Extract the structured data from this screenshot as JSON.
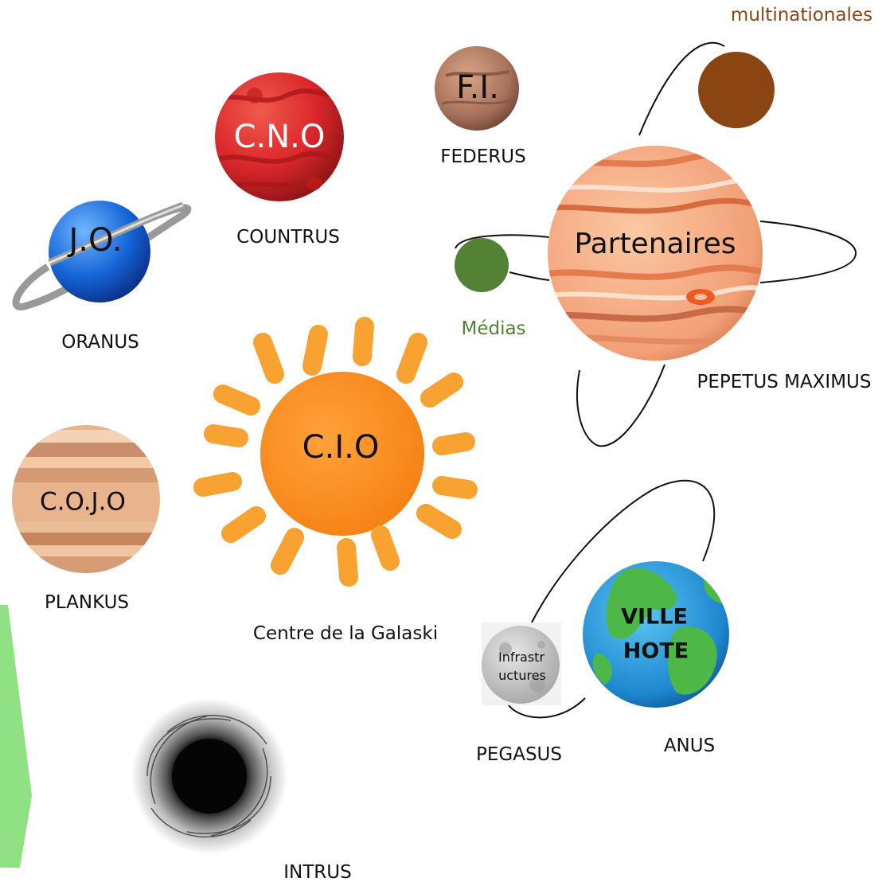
{
  "colors": {
    "multinationales": "#8B4513",
    "medias": "#548235",
    "text": "#111111"
  },
  "nodes": {
    "cno": {
      "inside": "C.N.O",
      "caption": "COUNTRUS"
    },
    "fi": {
      "inside": "F.I.",
      "caption": "FEDERUS"
    },
    "jo": {
      "inside": "J.O.",
      "caption": "ORANUS"
    },
    "partners": {
      "inside": "Partenaires",
      "caption": "PEPETUS MAXIMUS"
    },
    "cio": {
      "inside": "C.I.O",
      "caption": "Centre de la Galaski"
    },
    "cojo": {
      "inside": "C.O.J.O",
      "caption": "PLANKUS"
    },
    "ville": {
      "inside_line1": "VILLE",
      "inside_line2": "HOTE",
      "caption": "ANUS"
    },
    "infra": {
      "inside_line1": "Infrastr",
      "inside_line2": "uctures",
      "caption": "PEGASUS"
    },
    "blackhole": {
      "caption": "INTRUS"
    }
  },
  "satellites": {
    "multinationales": "multinationales",
    "medias": "Médias"
  }
}
